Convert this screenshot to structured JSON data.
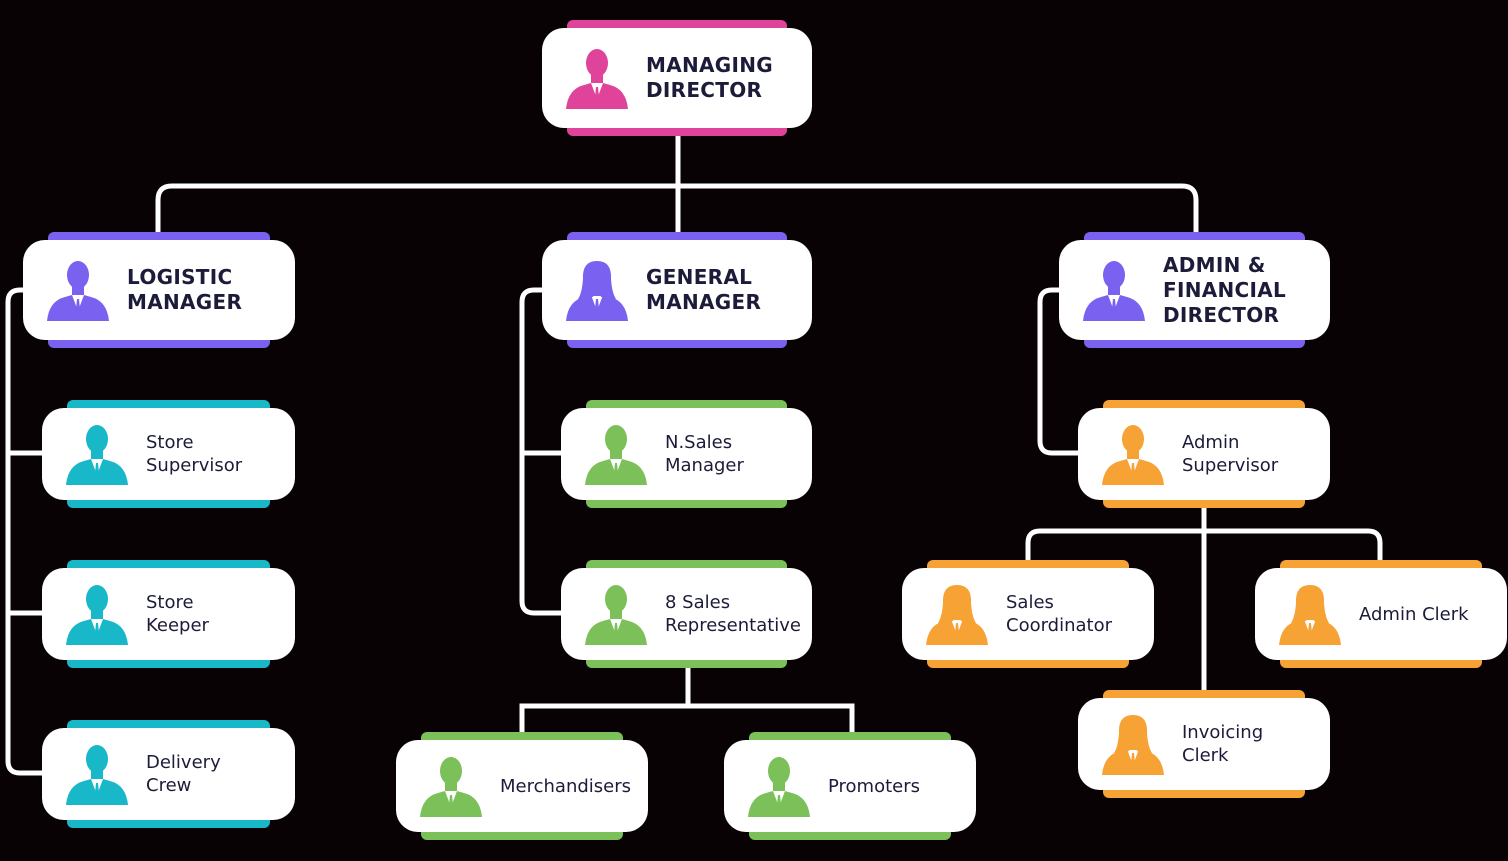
{
  "colors": {
    "background": "#080204",
    "connector": "#ffffff",
    "text": "#1c1c3a",
    "executive": "#e0449a",
    "manager": "#7b61f0",
    "logistics": "#19b8c8",
    "sales": "#7cc05a",
    "admin": "#f7a234"
  },
  "nodes": [
    {
      "id": "md",
      "lines": [
        "MANAGING",
        "DIRECTOR"
      ],
      "level": "major",
      "color": "executive",
      "icon": "male-person-icon"
    },
    {
      "id": "lm",
      "lines": [
        "LOGISTIC",
        "MANAGER"
      ],
      "level": "major",
      "color": "manager",
      "icon": "male-person-icon"
    },
    {
      "id": "gm",
      "lines": [
        "GENERAL",
        "MANAGER"
      ],
      "level": "major",
      "color": "manager",
      "icon": "female-person-icon"
    },
    {
      "id": "afd",
      "lines": [
        "ADMIN &",
        "FINANCIAL",
        "DIRECTOR"
      ],
      "level": "major",
      "color": "manager",
      "icon": "male-person-icon"
    },
    {
      "id": "ss",
      "lines": [
        "Store",
        "Supervisor"
      ],
      "level": "minor",
      "color": "logistics",
      "icon": "male-person-icon"
    },
    {
      "id": "sk",
      "lines": [
        "Store",
        "Keeper"
      ],
      "level": "minor",
      "color": "logistics",
      "icon": "male-person-icon"
    },
    {
      "id": "dc",
      "lines": [
        "Delivery",
        "Crew"
      ],
      "level": "minor",
      "color": "logistics",
      "icon": "male-person-icon"
    },
    {
      "id": "nsm",
      "lines": [
        "N.Sales",
        "Manager"
      ],
      "level": "minor",
      "color": "sales",
      "icon": "male-person-icon"
    },
    {
      "id": "sr",
      "lines": [
        "8 Sales",
        "Representative"
      ],
      "level": "minor",
      "color": "sales",
      "icon": "male-person-icon"
    },
    {
      "id": "mer",
      "lines": [
        "Merchandisers"
      ],
      "level": "minor",
      "color": "sales",
      "icon": "male-person-icon"
    },
    {
      "id": "pro",
      "lines": [
        "Promoters"
      ],
      "level": "minor",
      "color": "sales",
      "icon": "male-person-icon"
    },
    {
      "id": "as",
      "lines": [
        "Admin",
        "Supervisor"
      ],
      "level": "minor",
      "color": "admin",
      "icon": "male-person-icon"
    },
    {
      "id": "sc",
      "lines": [
        "Sales",
        "Coordinator"
      ],
      "level": "minor",
      "color": "admin",
      "icon": "female-person-icon"
    },
    {
      "id": "ac",
      "lines": [
        "Admin Clerk"
      ],
      "level": "minor",
      "color": "admin",
      "icon": "female-person-icon"
    },
    {
      "id": "ic",
      "lines": [
        "Invoicing",
        "Clerk"
      ],
      "level": "minor",
      "color": "admin",
      "icon": "female-person-icon"
    }
  ],
  "edges": [
    [
      "md",
      "lm"
    ],
    [
      "md",
      "gm"
    ],
    [
      "md",
      "afd"
    ],
    [
      "lm",
      "ss"
    ],
    [
      "lm",
      "sk"
    ],
    [
      "lm",
      "dc"
    ],
    [
      "gm",
      "nsm"
    ],
    [
      "gm",
      "sr"
    ],
    [
      "sr",
      "mer"
    ],
    [
      "sr",
      "pro"
    ],
    [
      "afd",
      "as"
    ],
    [
      "as",
      "sc"
    ],
    [
      "as",
      "ac"
    ],
    [
      "as",
      "ic"
    ]
  ]
}
